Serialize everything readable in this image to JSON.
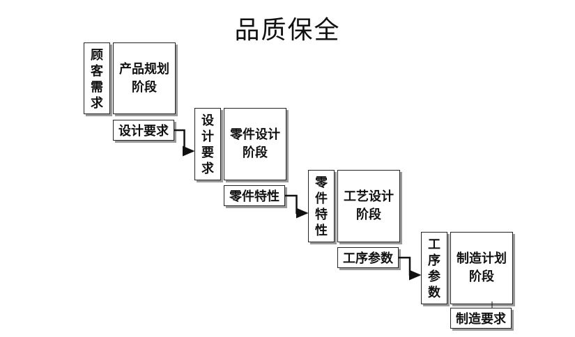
{
  "title": "品质保全",
  "stages": [
    {
      "input": "顾客需求",
      "phase": "产品规划\n阶段",
      "output": "设计要求"
    },
    {
      "input": "设计要求",
      "phase": "零件设计\n阶段",
      "output": "零件特性"
    },
    {
      "input": "零件特性",
      "phase": "工艺设计\n阶段",
      "output": "工序参数"
    },
    {
      "input": "工序参数",
      "phase": "制造计划\n阶段",
      "output": "制造要求"
    }
  ]
}
